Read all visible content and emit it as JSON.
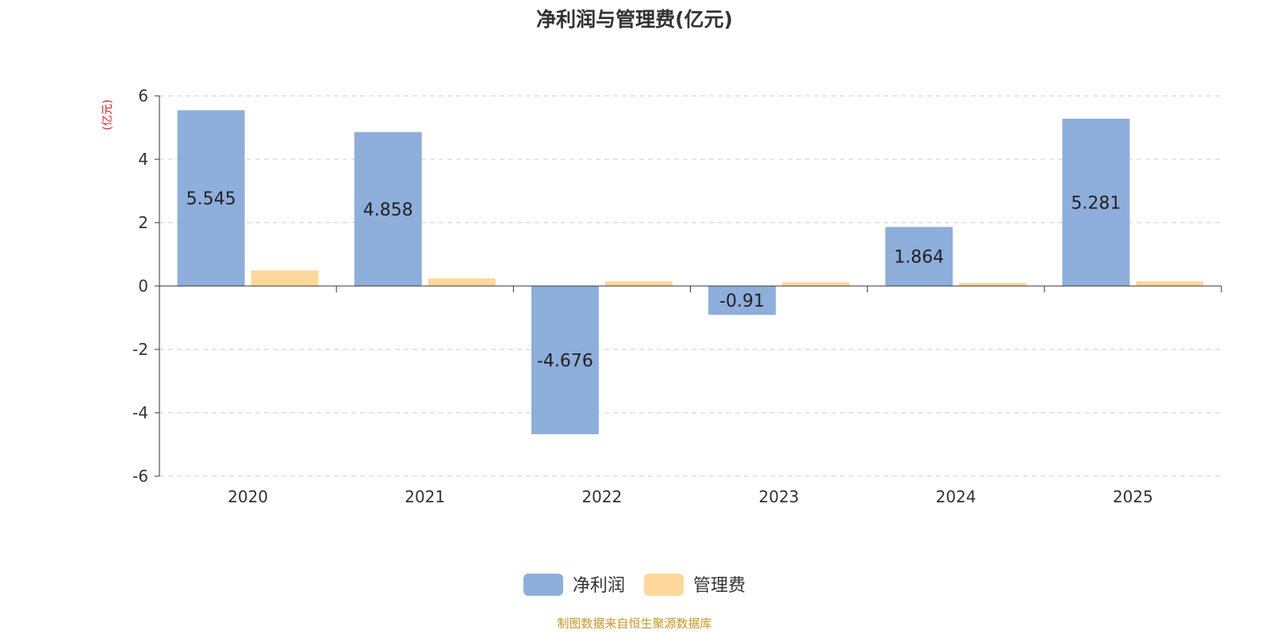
{
  "chart_data": {
    "type": "bar",
    "title": "净利润与管理费(亿元)",
    "ylabel": "(亿元)",
    "xlabel": "",
    "categories": [
      "2020",
      "2021",
      "2022",
      "2023",
      "2024",
      "2025"
    ],
    "series": [
      {
        "name": "净利润",
        "color": "#8eaedb",
        "values": [
          5.545,
          4.858,
          -4.676,
          -0.91,
          1.864,
          5.281
        ],
        "labels": [
          "5.545",
          "4.858",
          "-4.676",
          "-0.91",
          "1.864",
          "5.281"
        ]
      },
      {
        "name": "管理费",
        "color": "#fdd89a",
        "values": [
          0.49,
          0.24,
          0.15,
          0.12,
          0.1,
          0.15
        ]
      }
    ],
    "ylim": [
      -6,
      6
    ],
    "yticks": [
      -6,
      -4,
      -2,
      0,
      2,
      4,
      6
    ],
    "grid": true,
    "legend": "bottom-center"
  },
  "footer": {
    "source": "制图数据来自恒生聚源数据库"
  },
  "colors": {
    "ylabel": "#e02020",
    "source": "#c8962a"
  }
}
